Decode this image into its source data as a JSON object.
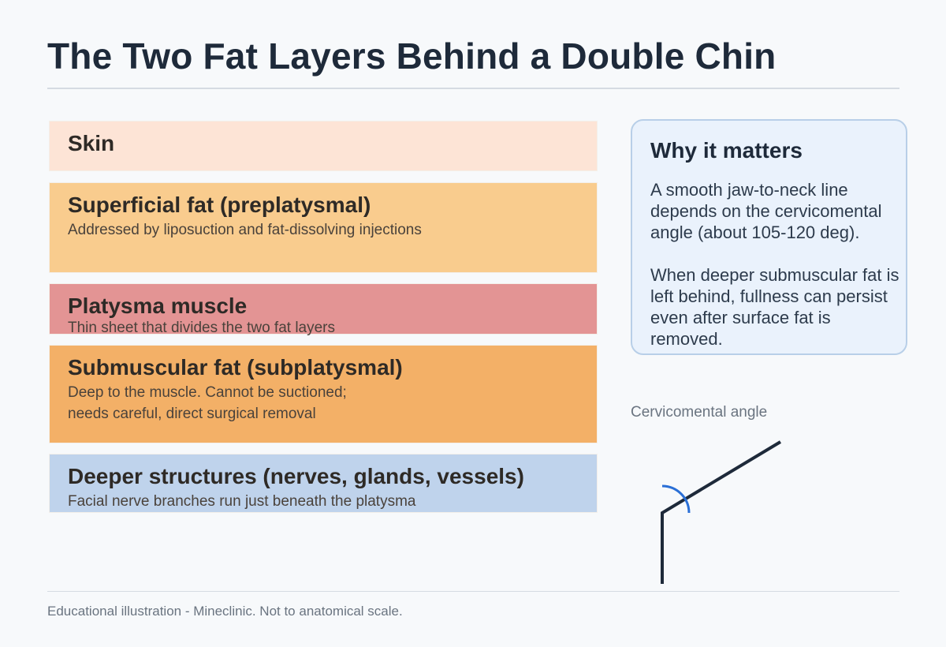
{
  "title": "The Two Fat Layers Behind a Double Chin",
  "layers": [
    {
      "name": "Skin",
      "desc": ""
    },
    {
      "name": "Superficial fat  (preplatysmal)",
      "desc": "Addressed by liposuction and fat-dissolving injections"
    },
    {
      "name": "Platysma muscle",
      "desc": "Thin sheet that divides the two fat layers"
    },
    {
      "name": "Submuscular fat  (subplatysmal)",
      "desc": "Deep to the muscle. Cannot be suctioned;\nneeds careful, direct surgical removal"
    },
    {
      "name": "Deeper structures  (nerves, glands, vessels)",
      "desc": "Facial nerve branches run just beneath the platysma"
    }
  ],
  "colors": {
    "skin": "#fde4d6",
    "superficial_fat": "#f9cc8e",
    "platysma": "#e39494",
    "submuscular_fat": "#f3b067",
    "deeper": "#bfd3ec",
    "angle_arc": "#2a6fd6",
    "angle_lines": "#1e2a3a"
  },
  "why": {
    "title": "Why it matters",
    "p1": "A smooth jaw-to-neck line depends on the cervicomental angle (about 105-120 deg).",
    "p2": "When deeper submuscular fat is left behind, fullness can persist even after surface fat is removed."
  },
  "angle": {
    "label": "Cervicomental angle",
    "icon": "angle-diagram-icon"
  },
  "footer": "Educational illustration - Mineclinic. Not to anatomical scale."
}
